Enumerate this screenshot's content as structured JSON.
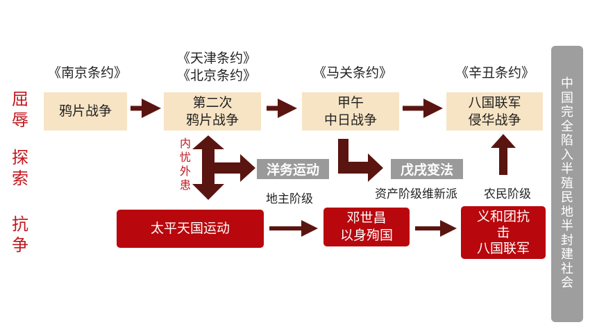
{
  "left_labels": {
    "humiliation": [
      "屈",
      "辱"
    ],
    "exploration": [
      "探",
      "索"
    ],
    "resistance": [
      "抗",
      "争"
    ]
  },
  "treaties": {
    "nanjing": "《南京条约》",
    "tianjin": "《天津条约》",
    "beijing": "《北京条约》",
    "maguan": "《马关条约》",
    "xinchou": "《辛丑条约》"
  },
  "wars": {
    "opium": "鸦片战争",
    "second_opium": [
      "第二次",
      "鸦片战争"
    ],
    "sino_japanese": [
      "甲午",
      "中日战争"
    ],
    "eight_nation": [
      "八国联军",
      "侵华战争"
    ]
  },
  "movements": {
    "self_strengthening": "洋务运动",
    "reform_1898": "戊戌变法"
  },
  "classes": {
    "landlord": "地主阶级",
    "bourgeois_reform": "资产阶级维新派",
    "peasant": "农民阶级"
  },
  "internal_external": [
    "内",
    "忧",
    "外",
    "患"
  ],
  "resistance_events": {
    "taiping": "太平天国运动",
    "deng_shichang": [
      "邓世昌",
      "以身殉国"
    ],
    "boxer": [
      "义和团抗",
      "击",
      "八国联军"
    ]
  },
  "side_bar": [
    "中",
    "国",
    "完",
    "全",
    "陷",
    "入",
    "半",
    "殖",
    "民",
    "地",
    "半",
    "封",
    "建",
    "社",
    "会"
  ],
  "colors": {
    "accent_red": "#b8080d",
    "beige": "#f7e4c4",
    "arrow_brown": "#5a1510",
    "gray": "#9a9a9a"
  }
}
